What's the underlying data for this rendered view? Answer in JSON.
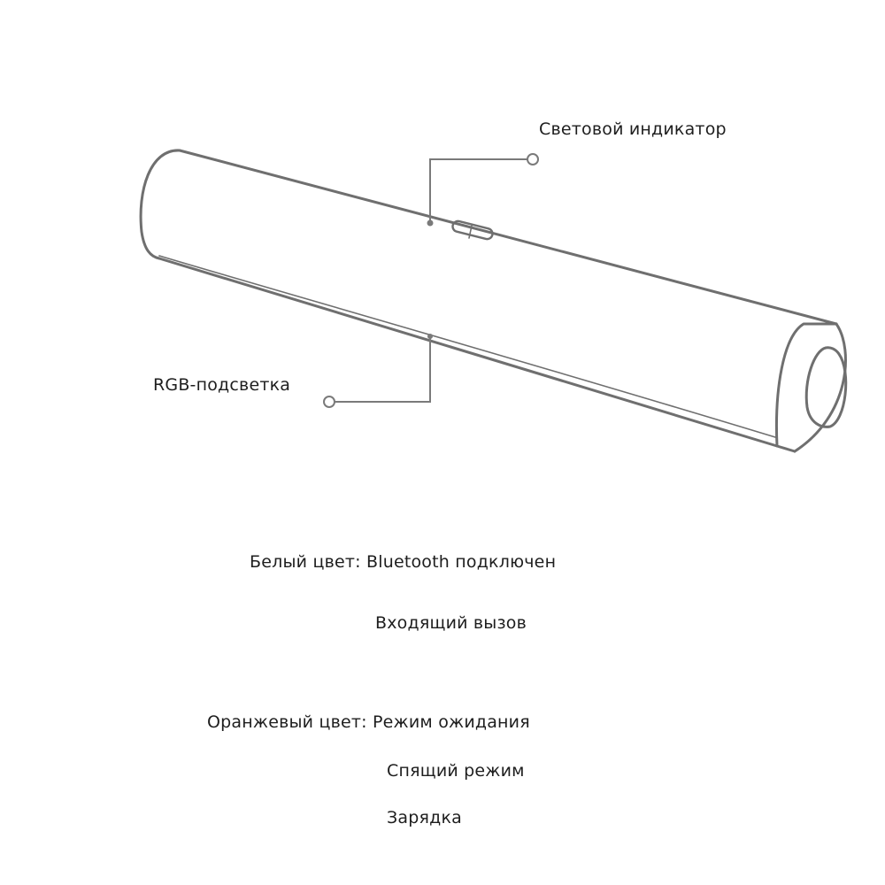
{
  "callouts": {
    "indicator": "Световой индикатор",
    "rgb": "RGB-подсветка"
  },
  "legend": {
    "white": {
      "heading": "Белый цвет: Bluetooth подключен",
      "items": [
        "Входящий вызов"
      ]
    },
    "orange": {
      "heading": "Оранжевый цвет: Режим ожидания",
      "items": [
        "Спящий режим",
        "Зарядка"
      ]
    }
  },
  "colors": {
    "outline": "#6f6f6f",
    "leader": "#7a7a7a",
    "text": "#1e1e1e"
  }
}
